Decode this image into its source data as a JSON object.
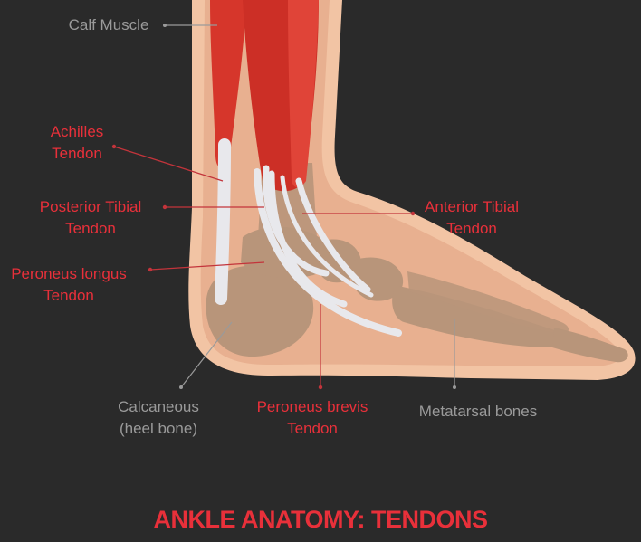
{
  "title": "ANKLE ANATOMY: TENDONS",
  "labels": {
    "calf_muscle": "Calf Muscle",
    "achilles_1": "Achilles",
    "achilles_2": "Tendon",
    "posterior_tibial_1": "Posterior Tibial",
    "posterior_tibial_2": "Tendon",
    "anterior_tibial_1": "Anterior Tibial",
    "anterior_tibial_2": "Tendon",
    "peroneus_longus_1": "Peroneus longus",
    "peroneus_longus_2": "Tendon",
    "calcaneous_1": "Calcaneous",
    "calcaneous_2": "(heel bone)",
    "peroneus_brevis_1": "Peroneus brevis",
    "peroneus_brevis_2": "Tendon",
    "metatarsal": "Metatarsal bones"
  },
  "colors": {
    "background": "#2a2a2a",
    "label_red": "#e8303a",
    "label_grey": "#9a9a9a",
    "skin_outer": "#f2c4a4",
    "skin_inner": "#e8b090",
    "muscle": "#d6362b",
    "tendon": "#e8e8ec",
    "bone": "#b8957a"
  }
}
